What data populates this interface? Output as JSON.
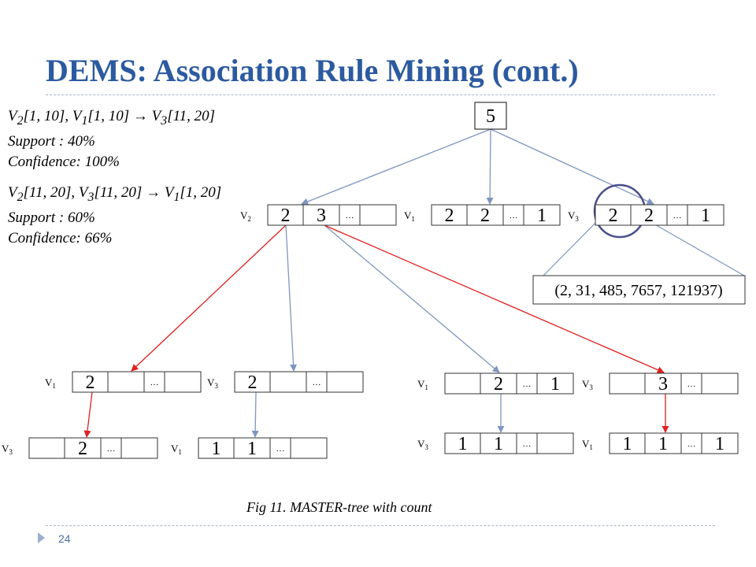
{
  "slide": {
    "title": "DEMS: Association Rule Mining (cont.)",
    "page_number": "24",
    "caption": "Fig 11.  MASTER-tree with count"
  },
  "rules": [
    {
      "antecedent": [
        {
          "var": "V",
          "sub": "2",
          "range": "[1, 10]"
        },
        {
          "var": "V",
          "sub": "1",
          "range": "[1, 10]"
        }
      ],
      "consequent": {
        "var": "V",
        "sub": "3",
        "range": "[11, 20]"
      },
      "support_label": "Support : 40%",
      "confidence_label": "Confidence: 100%"
    },
    {
      "antecedent": [
        {
          "var": "V",
          "sub": "2",
          "range": "[11, 20]"
        },
        {
          "var": "V",
          "sub": "3",
          "range": "[11, 20]"
        }
      ],
      "consequent": {
        "var": "V",
        "sub": "1",
        "range": "[1, 20]"
      },
      "support_label": "Support : 60%",
      "confidence_label": "Confidence: 66%"
    }
  ],
  "tree": {
    "root": "5",
    "annotation": "(2, 31, 485, 7657, 121937)",
    "ellipsis": "…",
    "nodes": [
      {
        "id": "n1",
        "var": "V",
        "sub": "2",
        "cells": [
          "2",
          "3",
          "…",
          ""
        ]
      },
      {
        "id": "n2",
        "var": "V",
        "sub": "1",
        "cells": [
          "2",
          "2",
          "…",
          "1"
        ]
      },
      {
        "id": "n3",
        "var": "V",
        "sub": "3",
        "cells": [
          "2",
          "2",
          "…",
          "1"
        ]
      },
      {
        "id": "n11",
        "var": "V",
        "sub": "1",
        "cells": [
          "2",
          "",
          "…",
          ""
        ]
      },
      {
        "id": "n12",
        "var": "V",
        "sub": "3",
        "cells": [
          "2",
          "",
          "…",
          ""
        ]
      },
      {
        "id": "n13",
        "var": "V",
        "sub": "1",
        "cells": [
          "",
          "2",
          "…",
          "1"
        ]
      },
      {
        "id": "n14",
        "var": "V",
        "sub": "3",
        "cells": [
          "",
          "3",
          "…",
          ""
        ]
      },
      {
        "id": "n111",
        "var": "V",
        "sub": "3",
        "cells": [
          "",
          "2",
          "…",
          ""
        ]
      },
      {
        "id": "n121",
        "var": "V",
        "sub": "1",
        "cells": [
          "1",
          "1",
          "…",
          ""
        ]
      },
      {
        "id": "n131",
        "var": "V",
        "sub": "3",
        "cells": [
          "1",
          "1",
          "…",
          ""
        ]
      },
      {
        "id": "n141",
        "var": "V",
        "sub": "1",
        "cells": [
          "1",
          "1",
          "…",
          "1"
        ]
      }
    ],
    "edges": [
      {
        "from": "root",
        "to": "n1",
        "color": "#7f95bf"
      },
      {
        "from": "root",
        "to": "n2",
        "color": "#7f95bf"
      },
      {
        "from": "root",
        "to": "n3",
        "color": "#7f95bf"
      },
      {
        "from": "n1",
        "to": "n11",
        "color": "#e02020"
      },
      {
        "from": "n1",
        "to": "n12",
        "color": "#7f95bf"
      },
      {
        "from": "n1",
        "to": "n13",
        "color": "#7f95bf"
      },
      {
        "from": "n1",
        "to": "n14",
        "color": "#e02020"
      },
      {
        "from": "n11",
        "to": "n111",
        "color": "#e02020"
      },
      {
        "from": "n12",
        "to": "n121",
        "color": "#7f95bf"
      },
      {
        "from": "n13",
        "to": "n131",
        "color": "#7f95bf"
      },
      {
        "from": "n14",
        "to": "n141",
        "color": "#e02020"
      }
    ],
    "colors": {
      "cell_border": "#333333",
      "tree_edge": "#7f95bf",
      "highlight_edge": "#e02020",
      "circle": "#4a4f8a"
    }
  }
}
